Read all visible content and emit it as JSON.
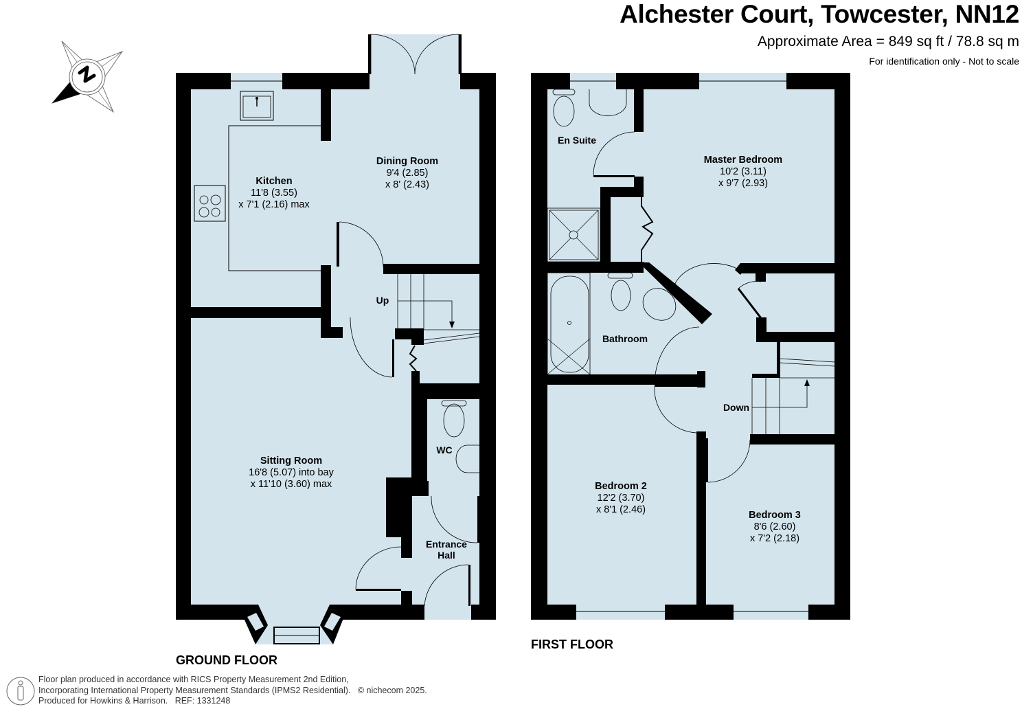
{
  "header": {
    "title": "Alchester Court, Towcester, NN12",
    "area": "Approximate Area = 849 sq ft / 78.8 sq m",
    "disclaimer": "For identification only - Not to scale"
  },
  "compass": {
    "icon": "compass-north-icon",
    "label": "N"
  },
  "ground_floor": {
    "label": "GROUND FLOOR",
    "rooms": [
      {
        "name": "Kitchen",
        "dim1": "11'8 (3.55)",
        "dim2": "x 7'1 (2.16) max"
      },
      {
        "name": "Dining Room",
        "dim1": "9'4 (2.85)",
        "dim2": "x 8' (2.43)"
      },
      {
        "name": "Sitting Room",
        "dim1": "16'8 (5.07) into bay",
        "dim2": "x 11'10 (3.60) max"
      },
      {
        "name": "WC"
      },
      {
        "name": "Entrance Hall",
        "line1": "Entrance",
        "line2": "Hall"
      }
    ],
    "stairs_label": "Up"
  },
  "first_floor": {
    "label": "FIRST FLOOR",
    "rooms": [
      {
        "name": "En Suite"
      },
      {
        "name": "Master Bedroom",
        "dim1": "10'2 (3.11)",
        "dim2": "x 9'7 (2.93)"
      },
      {
        "name": "Bathroom"
      },
      {
        "name": "Bedroom 2",
        "dim1": "12'2 (3.70)",
        "dim2": "x 8'1 (2.46)"
      },
      {
        "name": "Bedroom 3",
        "dim1": "8'6 (2.60)",
        "dim2": "x 7'2 (2.18)"
      }
    ],
    "stairs_label": "Down"
  },
  "footer": {
    "icon": "person-info-icon",
    "line1": "Floor plan produced in accordance with RICS Property Measurement 2nd Edition,",
    "line2": "Incorporating International Property Measurement Standards (IPMS2 Residential).   © nichecom 2025.",
    "line3": "Produced for Howkins & Harrison.   REF: 1331248"
  },
  "colors": {
    "floor_fill": "#d3e4ec",
    "wall": "#000000",
    "background": "#ffffff"
  }
}
